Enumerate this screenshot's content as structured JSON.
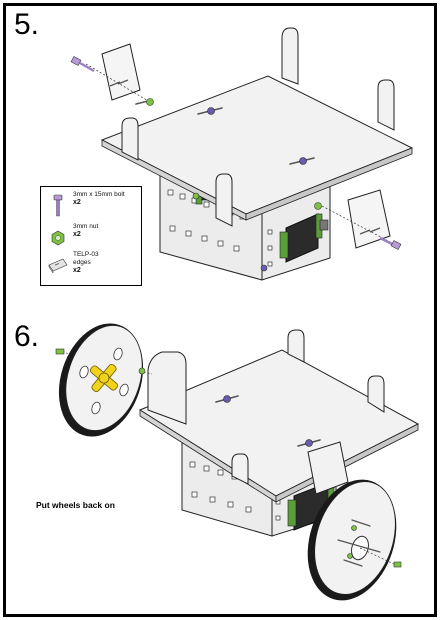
{
  "steps": [
    {
      "number": "5."
    },
    {
      "number": "6."
    }
  ],
  "legend": {
    "items": [
      {
        "label": "3mm x 15mm bolt",
        "qty": "x2",
        "icon": "bolt-icon",
        "color": "#9b7ec8"
      },
      {
        "label": "3mm nut",
        "qty": "x2",
        "icon": "nut-icon",
        "color": "#7dc242"
      },
      {
        "label_line1": "TELP-03",
        "label_line2": "edges",
        "qty": "x2",
        "icon": "edge-piece-icon",
        "color": "#d8d8d8"
      }
    ]
  },
  "caption": "Put wheels back on",
  "colors": {
    "plate": "#f2f2f2",
    "outline": "#222222",
    "servo": "#2b2b2b",
    "servo_bracket": "#5a9e3a",
    "hub": "#f2d31a",
    "tire": "#1a1a1a"
  }
}
